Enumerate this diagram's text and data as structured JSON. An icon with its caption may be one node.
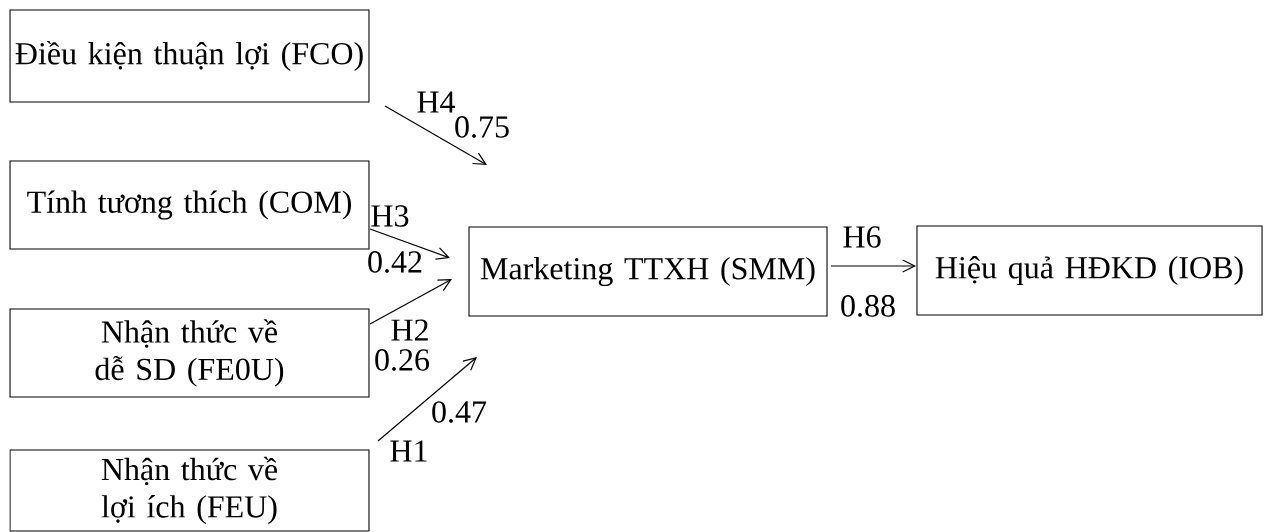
{
  "diagram": {
    "nodes": [
      {
        "text": [
          "Điều kiện thuận lợi (FCO)"
        ]
      },
      {
        "text": [
          "Tính tương thích (COM)"
        ]
      },
      {
        "text": [
          "Nhận thức về dễ SD (FE0U)"
        ]
      },
      {
        "text": [
          "Nhận thức về lợi ích (FEU)"
        ]
      },
      {
        "text": [
          "Marketing TTXH (SMM)"
        ]
      },
      {
        "text": [
          "Hiệu quả HĐKD (IOB)"
        ]
      }
    ],
    "edges": [
      {
        "from": 0,
        "to": 4,
        "arrow": "to",
        "label": "H4"
      },
      {
        "from": 1,
        "to": 4,
        "arrow": "to",
        "label": "H3"
      },
      {
        "from": 2,
        "to": 4,
        "arrow": "to",
        "label": "H2"
      },
      {
        "from": 3,
        "to": 4,
        "arrow": "to",
        "label": "H1"
      },
      {
        "from": 4,
        "to": 5,
        "arrow": "to",
        "label": "H6"
      }
    ],
    "labels": [
      "0.75",
      "0.42",
      "0.26",
      "0.47",
      "0.88"
    ]
  }
}
